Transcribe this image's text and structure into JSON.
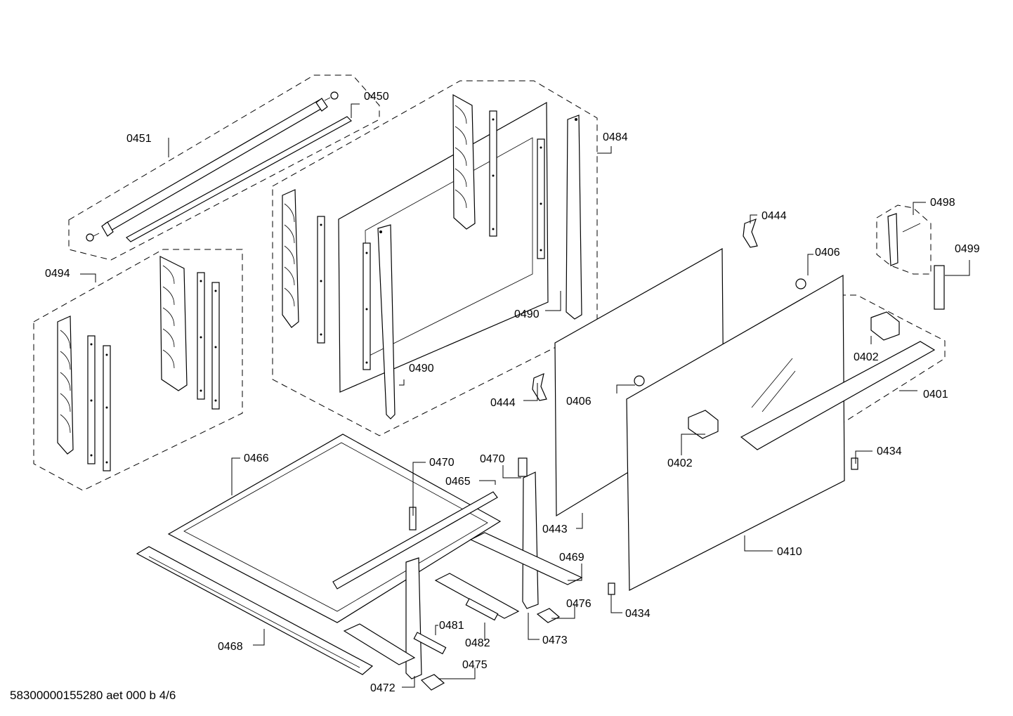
{
  "drawing": {
    "footer": "58300000155280 aet 000 b 4/6"
  },
  "labels": {
    "l0450": "0450",
    "l0451": "0451",
    "l0484": "0484",
    "l0494": "0494",
    "l0490a": "0490",
    "l0490b": "0490",
    "l0444a": "0444",
    "l0444b": "0444",
    "l0498": "0498",
    "l0499": "0499",
    "l0406a": "0406",
    "l0406b": "0406",
    "l0402a": "0402",
    "l0402b": "0402",
    "l0401": "0401",
    "l0434a": "0434",
    "l0434b": "0434",
    "l0466": "0466",
    "l0470a": "0470",
    "l0470b": "0470",
    "l0465": "0465",
    "l0443": "0443",
    "l0410": "0410",
    "l0469": "0469",
    "l0476": "0476",
    "l0468": "0468",
    "l0481": "0481",
    "l0482": "0482",
    "l0473": "0473",
    "l0475": "0475",
    "l0472": "0472"
  }
}
